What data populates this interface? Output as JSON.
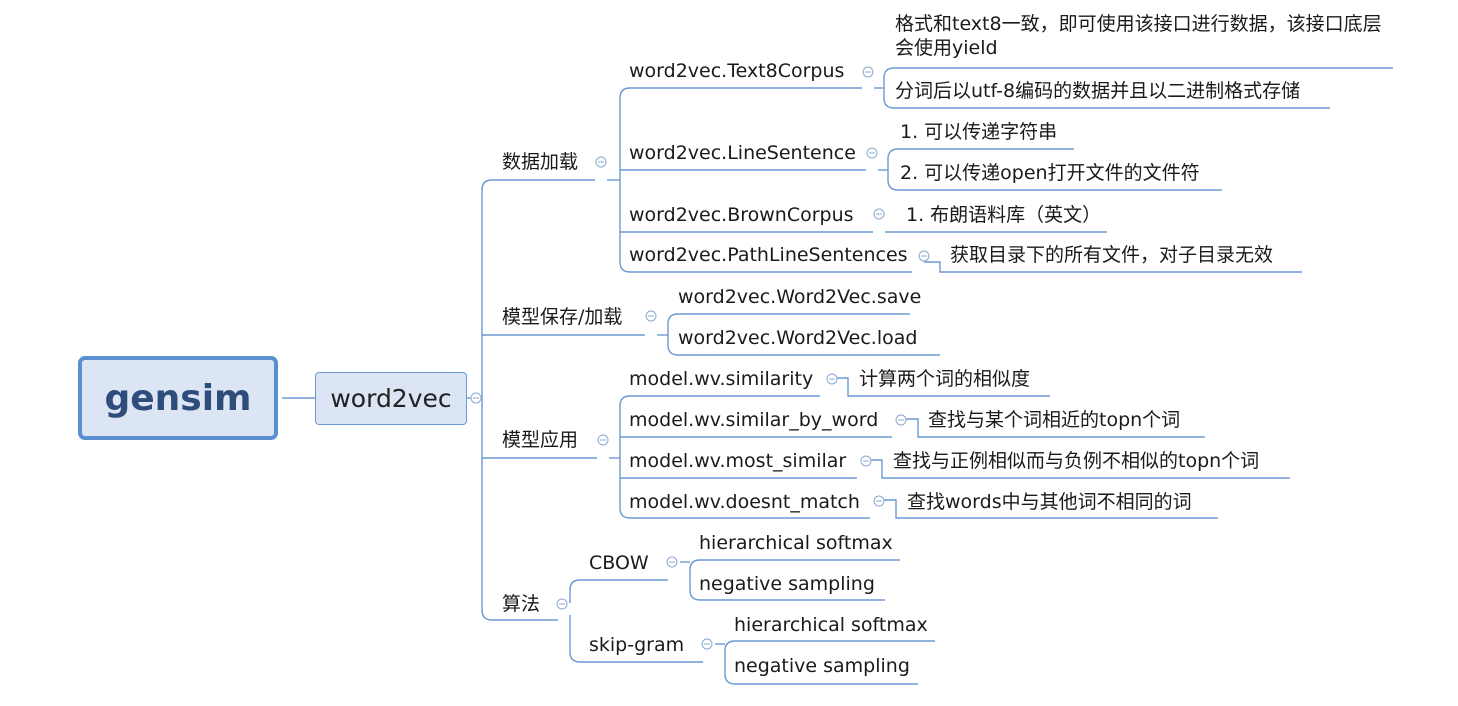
{
  "root": {
    "label": "gensim"
  },
  "main": {
    "label": "word2vec"
  },
  "branches": {
    "data_loading": {
      "label": "数据加载",
      "text8": {
        "label": "word2vec.Text8Corpus",
        "notes": [
          "格式和text8一致，即可使用该接口进行数据，该接口底层会使用yield",
          "分词后以utf-8编码的数据并且以二进制格式存储"
        ]
      },
      "line_sentence": {
        "label": "word2vec.LineSentence",
        "notes": [
          "1. 可以传递字符串",
          "2. 可以传递open打开文件的文件符"
        ]
      },
      "brown": {
        "label": "word2vec.BrownCorpus",
        "notes": [
          "1. 布朗语料库（英文）"
        ]
      },
      "path_line": {
        "label": "word2vec.PathLineSentences",
        "notes": [
          "获取目录下的所有文件，对子目录无效"
        ]
      }
    },
    "model_io": {
      "label": "模型保存/加载",
      "items": [
        "word2vec.Word2Vec.save",
        "word2vec.Word2Vec.load"
      ]
    },
    "model_use": {
      "label": "模型应用",
      "similarity": {
        "label": "model.wv.similarity",
        "note": "计算两个词的相似度"
      },
      "similar_by_word": {
        "label": "model.wv.similar_by_word",
        "note": "查找与某个词相近的topn个词"
      },
      "most_similar": {
        "label": "model.wv.most_similar",
        "note": "查找与正例相似而与负例不相似的topn个词"
      },
      "doesnt_match": {
        "label": "model.wv.doesnt_match",
        "note": "查找words中与其他词不相同的词"
      }
    },
    "algorithm": {
      "label": "算法",
      "cbow": {
        "label": "CBOW",
        "items": [
          "hierarchical softmax",
          "negative sampling"
        ]
      },
      "skipgram": {
        "label": "skip-gram",
        "items": [
          "hierarchical softmax",
          "negative sampling"
        ]
      }
    }
  }
}
